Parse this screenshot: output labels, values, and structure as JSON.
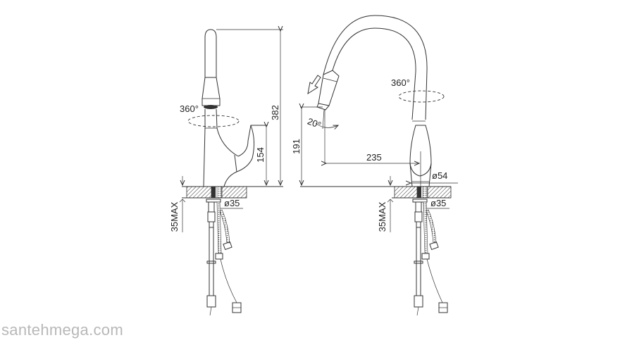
{
  "watermark": "santehmega.com",
  "left_view": {
    "rotation_label": "360°",
    "height_total": "382",
    "handle_height": "154",
    "mount_depth": "35MAX",
    "mount_diameter": "ø35"
  },
  "right_view": {
    "rotation_label": "360°",
    "spout_height": "191",
    "spout_reach": "235",
    "tilt_angle": "20°",
    "base_diameter": "ø54",
    "mount_depth": "35MAX",
    "mount_diameter": "ø35"
  },
  "colors": {
    "line": "#333333",
    "background": "#ffffff",
    "watermark": "#b8b8b8"
  }
}
